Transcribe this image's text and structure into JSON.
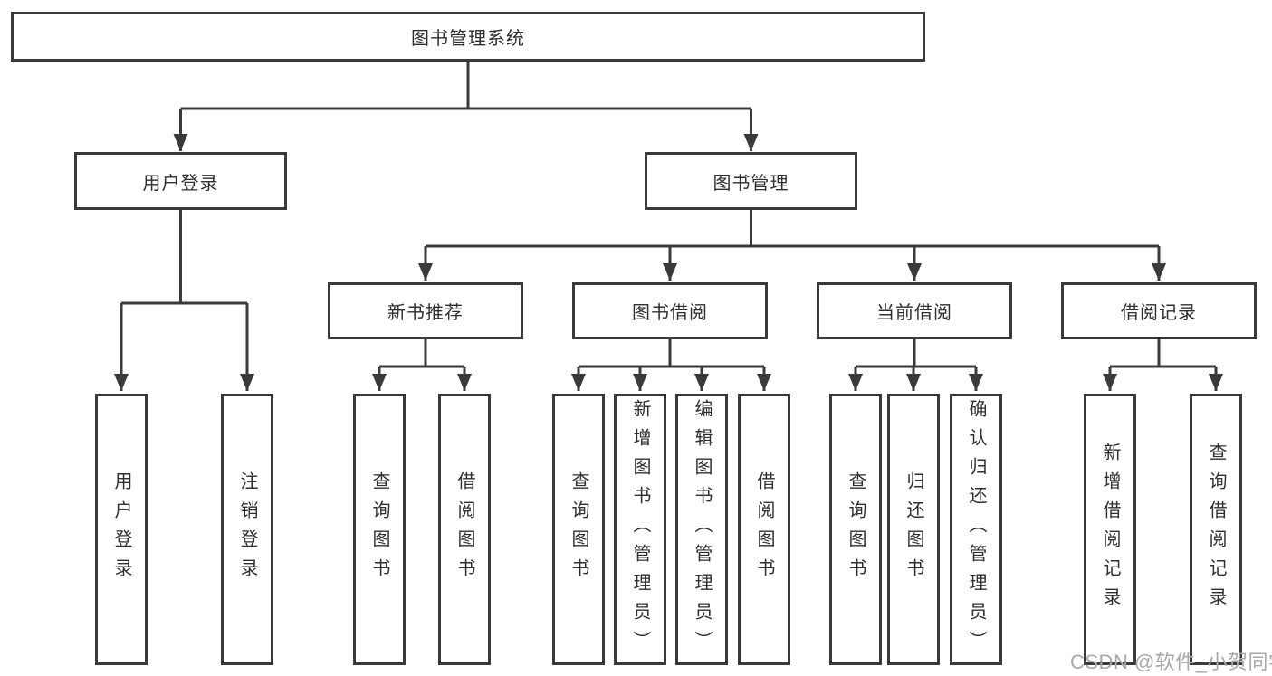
{
  "title": "图书管理系统",
  "nodes": {
    "user_login": {
      "label": "用户登录"
    },
    "book_management": {
      "label": "图书管理"
    },
    "new_book_recommend": {
      "label": "新书推荐"
    },
    "book_borrow": {
      "label": "图书借阅"
    },
    "current_borrow": {
      "label": "当前借阅"
    },
    "borrow_records": {
      "label": "借阅记录"
    }
  },
  "leaves": {
    "user_login": [
      "用户登录",
      "注销登录"
    ],
    "new_book_recommend": [
      "查询图书",
      "借阅图书"
    ],
    "book_borrow": [
      "查询图书",
      "新增图书（管理员）",
      "编辑图书（管理员）",
      "借阅图书"
    ],
    "current_borrow": [
      "查询图书",
      "归还图书",
      "确认归还（管理员）"
    ],
    "borrow_records": [
      "新增借阅记录",
      "查询借阅记录"
    ]
  },
  "watermark": "CSDN @软件_小贺同学",
  "colors": {
    "line": "#3a3a3a",
    "text": "#2f2f2f",
    "watermark": "#a9a9a9",
    "bg": "#ffffff"
  }
}
